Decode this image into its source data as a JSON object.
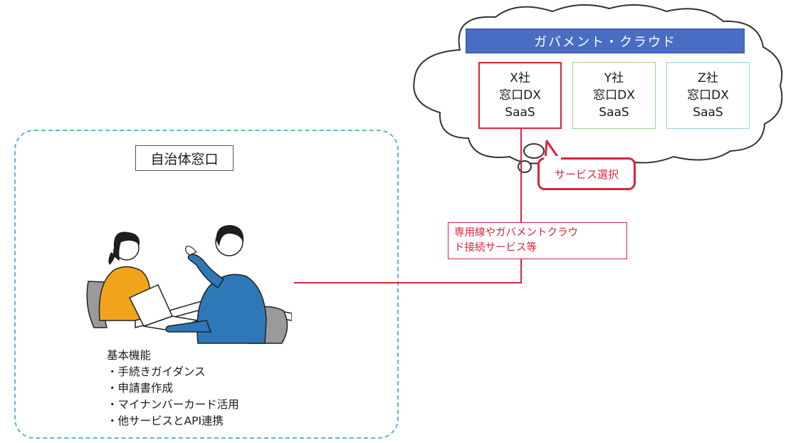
{
  "counter": {
    "title": "自治体窓口",
    "features_heading": "基本機能",
    "features": [
      "・手続きガイダンス",
      "・申請書作成",
      "・マイナンバーカード活用",
      "・他サービスとAPI連携"
    ]
  },
  "cloud": {
    "banner": "ガバメント・クラウド",
    "vendors": [
      {
        "lines": [
          "X社",
          "窓口DX",
          "SaaS"
        ],
        "border_color": "#d9243a"
      },
      {
        "lines": [
          "Y社",
          "窓口DX",
          "SaaS"
        ],
        "border_color": "#9fd28a"
      },
      {
        "lines": [
          "Z社",
          "窓口DX",
          "SaaS"
        ],
        "border_color": "#8fd3e6"
      }
    ],
    "banner_color": "#4a6dc4"
  },
  "callout": {
    "service_selection": "サービス選択"
  },
  "connection": {
    "label_line1": "専用線やガバメントクラウ",
    "label_line2": "ド接続サービス等",
    "line_color": "#d9243a"
  },
  "region_border_color": "#5bb7d9"
}
